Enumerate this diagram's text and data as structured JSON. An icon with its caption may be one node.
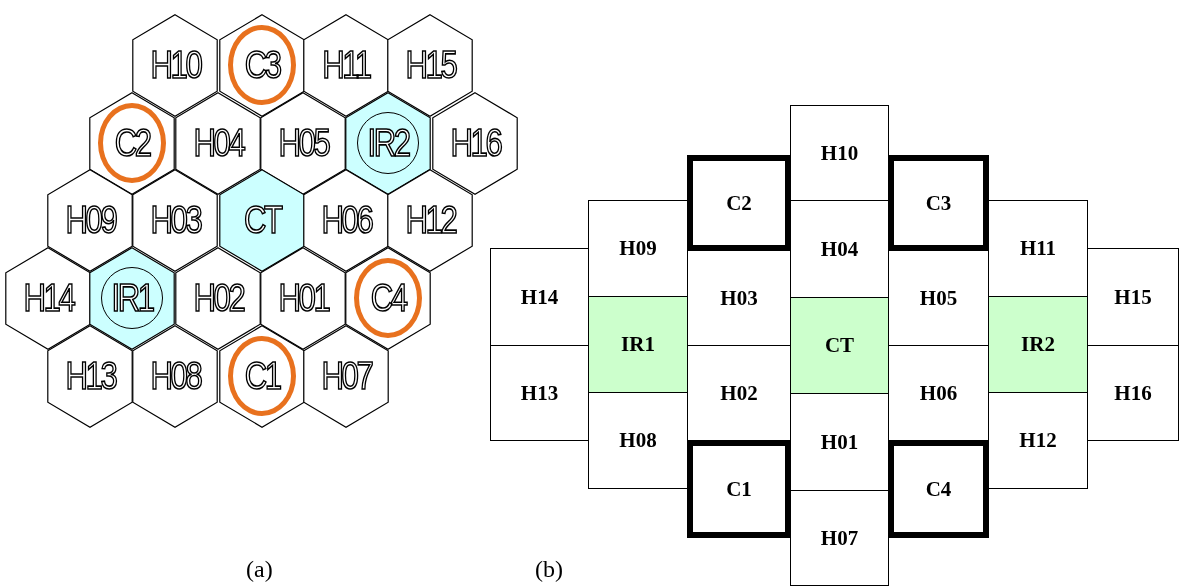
{
  "diagram": {
    "nodes": [
      {
        "text": [
          "H10"
        ]
      },
      {
        "text": [
          "C3"
        ]
      },
      {
        "text": [
          "H11"
        ]
      },
      {
        "text": [
          "H15"
        ]
      },
      {
        "text": [
          "C2"
        ]
      },
      {
        "text": [
          "H04"
        ]
      },
      {
        "text": [
          "H05"
        ]
      },
      {
        "text": [
          "IR2"
        ]
      },
      {
        "text": [
          "H16"
        ]
      },
      {
        "text": [
          "H09"
        ]
      },
      {
        "text": [
          "H03"
        ]
      },
      {
        "text": [
          "CT"
        ]
      },
      {
        "text": [
          "H06"
        ]
      },
      {
        "text": [
          "H12"
        ]
      },
      {
        "text": [
          "H14"
        ]
      },
      {
        "text": [
          "IR1"
        ]
      },
      {
        "text": [
          "H02"
        ]
      },
      {
        "text": [
          "H01"
        ]
      },
      {
        "text": [
          "C4"
        ]
      },
      {
        "text": [
          "H13"
        ]
      },
      {
        "text": [
          "H08"
        ]
      },
      {
        "text": [
          "C1"
        ]
      },
      {
        "text": [
          "H07"
        ]
      },
      {
        "text": [
          "H10"
        ]
      },
      {
        "text": [
          "C2"
        ]
      },
      {
        "text": [
          "C3"
        ]
      },
      {
        "text": [
          "H09"
        ]
      },
      {
        "text": [
          "H04"
        ]
      },
      {
        "text": [
          "H11"
        ]
      },
      {
        "text": [
          "H14"
        ]
      },
      {
        "text": [
          "H15"
        ]
      },
      {
        "text": [
          "H03"
        ]
      },
      {
        "text": [
          "H05"
        ]
      },
      {
        "text": [
          "IR1"
        ]
      },
      {
        "text": [
          "CT"
        ]
      },
      {
        "text": [
          "IR2"
        ]
      },
      {
        "text": [
          "H13"
        ]
      },
      {
        "text": [
          "H02"
        ]
      },
      {
        "text": [
          "H06"
        ]
      },
      {
        "text": [
          "H16"
        ]
      },
      {
        "text": [
          "H08"
        ]
      },
      {
        "text": [
          "H01"
        ]
      },
      {
        "text": [
          "H12"
        ]
      },
      {
        "text": [
          "C1"
        ]
      },
      {
        "text": [
          "C4"
        ]
      },
      {
        "text": [
          "H07"
        ]
      }
    ],
    "labels": [
      "(a)",
      "(b)"
    ]
  }
}
